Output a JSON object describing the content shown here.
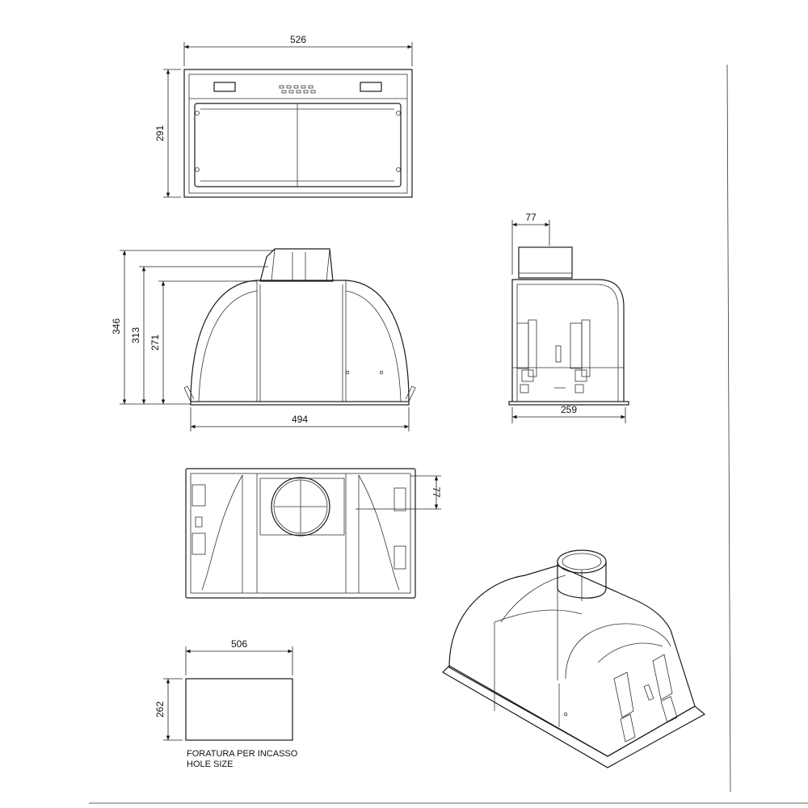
{
  "drawing": {
    "front_view": {
      "width": "526",
      "height": "291"
    },
    "side_view": {
      "height_total": "346",
      "height_mid": "313",
      "height_body": "271",
      "width": "494"
    },
    "end_view": {
      "outlet_offset": "77",
      "depth": "259"
    },
    "top_view": {
      "outlet_offset": "77"
    },
    "cutout": {
      "width": "506",
      "height": "262",
      "label_it": "FORATURA PER INCASSO",
      "label_en": "HOLE SIZE"
    }
  },
  "colors": {
    "line": "#1a1a1a",
    "background": "#ffffff"
  }
}
